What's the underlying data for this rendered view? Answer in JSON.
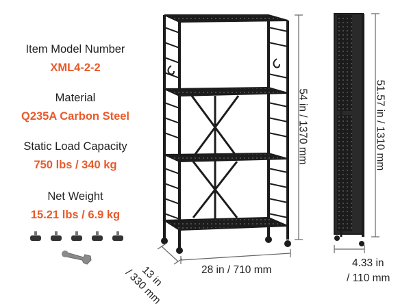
{
  "specs": [
    {
      "label": "Item Model Number",
      "value": "XML4-2-2"
    },
    {
      "label": "Material",
      "value": "Q235A Carbon Steel"
    },
    {
      "label": "Static Load Capacity",
      "value": "750 lbs / 340 kg"
    },
    {
      "label": "Net Weight",
      "value": "15.21 lbs / 6.9 kg"
    }
  ],
  "dimensions": {
    "height": "54 in / 1370 mm",
    "width": "28 in / 710 mm",
    "depth_in": "13 in",
    "depth_mm": "/ 330 mm",
    "folded_height": "51.57 in / 1310 mm",
    "folded_depth_in": "4.33 in",
    "folded_depth_mm": "/ 110 mm"
  },
  "colors": {
    "accent": "#e85a2a",
    "text": "#222222",
    "metal": "#1c1c1c"
  },
  "icons": [
    "leveling-foot-icon",
    "wrench-icon"
  ]
}
